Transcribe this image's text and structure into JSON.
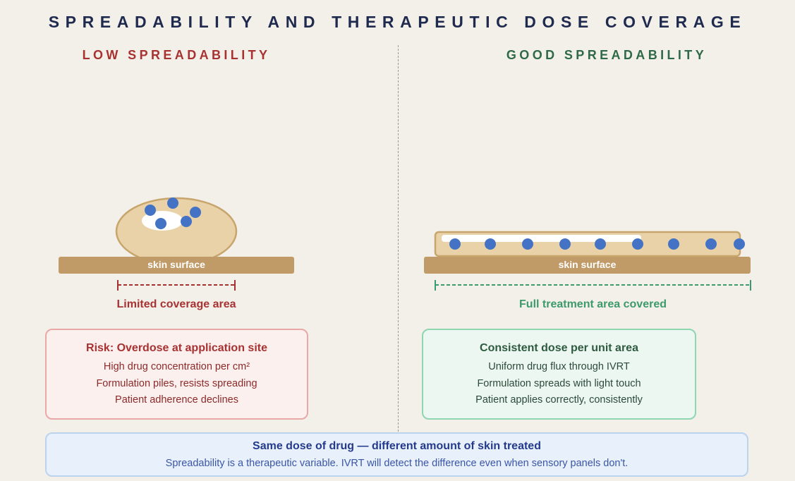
{
  "title": "SPREADABILITY AND THERAPEUTIC DOSE COVERAGE",
  "left": {
    "heading": "LOW SPREADABILITY",
    "skin_label": "skin surface",
    "coverage_label": "Limited coverage area",
    "box": {
      "title": "Risk: Overdose at application site",
      "lines": [
        "High drug concentration per cm²",
        "Formulation piles, resists spreading",
        "Patient adherence declines"
      ]
    }
  },
  "right": {
    "heading": "GOOD SPREADABILITY",
    "skin_label": "skin surface",
    "coverage_label": "Full treatment area covered",
    "box": {
      "title": "Consistent dose per unit area",
      "lines": [
        "Uniform drug flux through IVRT",
        "Formulation spreads with light touch",
        "Patient applies correctly, consistently"
      ]
    }
  },
  "summary": {
    "title": "Same dose of drug — different amount of skin treated",
    "text": "Spreadability is a therapeutic variable. IVRT will detect the difference even when sensory panels don't."
  },
  "colors": {
    "skin": "#c09a67",
    "formulation": "#e9d2a8",
    "formulation_edge": "#c7a56c",
    "drug_particle": "#4472c4",
    "low_accent": "#a83232",
    "good_accent": "#3d9a6c"
  }
}
